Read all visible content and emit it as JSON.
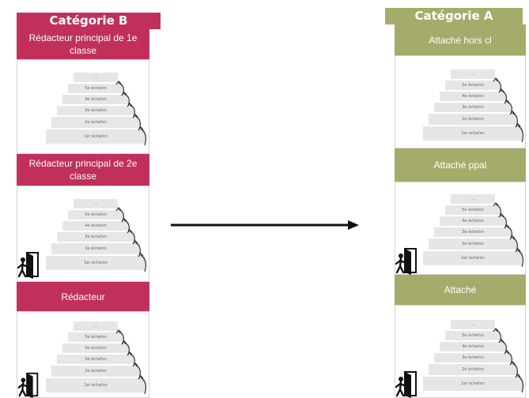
{
  "categories": [
    {
      "title": "Catégorie B",
      "color": "#c0305a",
      "grades": [
        {
          "label": "Rédacteur principal de 1e classe",
          "door": false
        },
        {
          "label": "Rédacteur principal de 2e classe",
          "door": true
        },
        {
          "label": "Rédacteur",
          "door": true
        }
      ]
    },
    {
      "title": "Catégorie A",
      "color": "#a5ac6b",
      "grades": [
        {
          "label": "Attaché hors cl",
          "door": false
        },
        {
          "label": "Attaché ppal",
          "door": true
        },
        {
          "label": "Attaché",
          "door": true
        }
      ]
    }
  ],
  "steps": [
    "…",
    "5e échelon",
    "4e échelon",
    "3e échelon",
    "2e échelon",
    "1er échelon"
  ],
  "icons": {
    "arrow": "right-arrow-icon",
    "door": "exit-door-icon",
    "step_arrow": "curved-up-arrow-icon"
  }
}
